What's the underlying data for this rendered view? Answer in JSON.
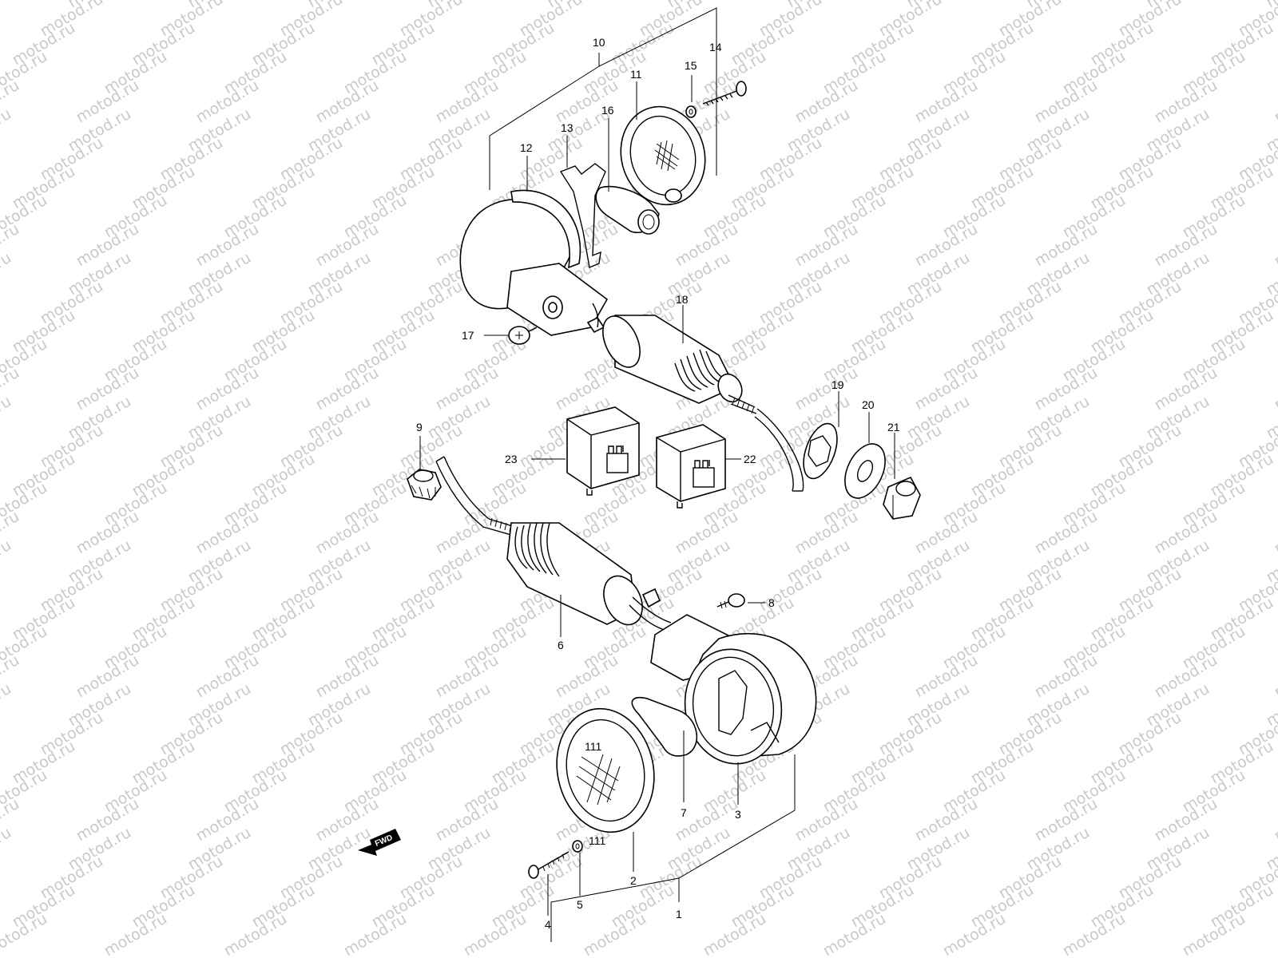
{
  "watermark": "motod.ru",
  "fwd_label": "FWD",
  "callouts": [
    {
      "id": "10",
      "text": "10"
    },
    {
      "id": "14",
      "text": "14"
    },
    {
      "id": "11",
      "text": "11"
    },
    {
      "id": "15",
      "text": "15"
    },
    {
      "id": "16",
      "text": "16"
    },
    {
      "id": "13",
      "text": "13"
    },
    {
      "id": "12",
      "text": "12"
    },
    {
      "id": "18",
      "text": "18"
    },
    {
      "id": "17",
      "text": "17"
    },
    {
      "id": "19",
      "text": "19"
    },
    {
      "id": "20",
      "text": "20"
    },
    {
      "id": "21",
      "text": "21"
    },
    {
      "id": "9",
      "text": "9"
    },
    {
      "id": "23",
      "text": "23"
    },
    {
      "id": "22",
      "text": "22"
    },
    {
      "id": "8",
      "text": "8"
    },
    {
      "id": "6",
      "text": "6"
    },
    {
      "id": "7",
      "text": "7"
    },
    {
      "id": "3",
      "text": "3"
    },
    {
      "id": "2",
      "text": "2"
    },
    {
      "id": "4",
      "text": "4"
    },
    {
      "id": "5",
      "text": "5"
    },
    {
      "id": "1",
      "text": "1"
    }
  ]
}
